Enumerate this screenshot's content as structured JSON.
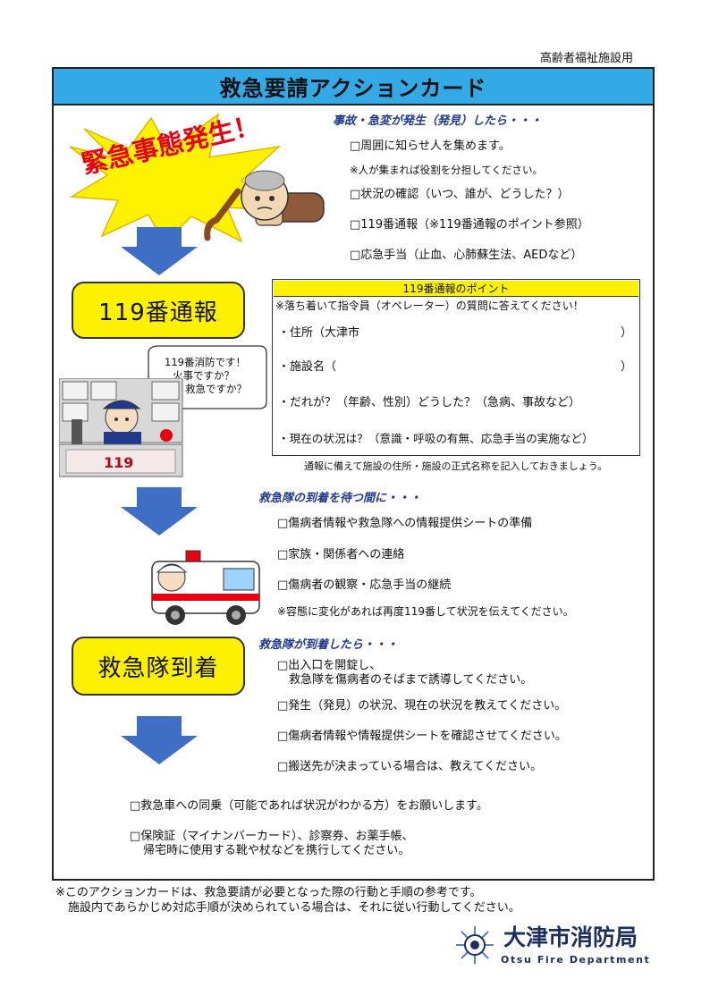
{
  "corner_label": "高齢者福祉施設用",
  "title": "救急要請アクションカード",
  "emergency_burst": "緊急事態発生！",
  "section1": {
    "heading": "事故・急変が発生（発見）したら・・・",
    "items": [
      "□周囲に知らせ人を集めます。",
      "※人が集まれば役割を分担してください。",
      "□状況の確認（いつ、誰が、どうした？）",
      "□119番通報（※119番通報のポイント参照）",
      "□応急手当（止血、心肺蘇生法、AEDなど）"
    ]
  },
  "call_button": "119番通報",
  "points": {
    "heading": "119番通報のポイント",
    "intro": "※落ち着いて指令員（オペレーター）の質問に答えてください！",
    "address": "・住所（大津市",
    "facility": "・施設名（",
    "close_paren": "）",
    "who": "・だれが？（年齢、性別）どうした？（急病、事故など）",
    "status": "・現在の状況は？（意識・呼吸の有無、応急手当の実施など）",
    "note": "通報に備えて施設の住所・施設の正式名称を記入しておきましょう。"
  },
  "bubble": {
    "line1": "119番消防です！",
    "line2": "火事ですか？",
    "line3": "救急ですか？"
  },
  "console_number": "119",
  "section2": {
    "heading": "救急隊の到着を待つ間に・・・",
    "items": [
      "□傷病者情報や救急隊への情報提供シートの準備",
      "□家族・関係者への連絡",
      "□傷病者の観察・応急手当の継続",
      "※容態に変化があれば再度119番して状況を伝えてください。"
    ]
  },
  "arrival_button": "救急隊到着",
  "section3": {
    "heading": "救急隊が到着したら・・・",
    "item1_line1": "□出入口を開錠し、",
    "item1_line2": "救急隊を傷病者のそばまで誘導してください。",
    "items": [
      "□発生（発見）の状況、現在の状況を教えてください。",
      "□傷病者情報や情報提供シートを確認させてください。",
      "□搬送先が決まっている場合は、教えてください。"
    ]
  },
  "final": {
    "ride": "□救急車への同乗（可能であれば状況がわかる方）をお願いします。",
    "items_line1": "□保険証（マイナンバーカード）、診察券、お薬手帳、",
    "items_line2": "帰宅時に使用する靴や杖などを携行してください。"
  },
  "footer": {
    "line1": "※このアクションカードは、救急要請が必要となった際の行動と手順の参考です。",
    "line2": "施設内であらかじめ対応手順が決められている場合は、それに従い行動してください。"
  },
  "logo": {
    "name": "大津市消防局",
    "english": "Otsu Fire Department"
  },
  "colors": {
    "header_blue": "#33a9e6",
    "button_yellow": "#fdf100",
    "arrow_blue": "#3f6fc4",
    "burst_yellow": "#fff200",
    "burst_text_red": "#e60012",
    "heading_navy": "#1f3a8c"
  }
}
